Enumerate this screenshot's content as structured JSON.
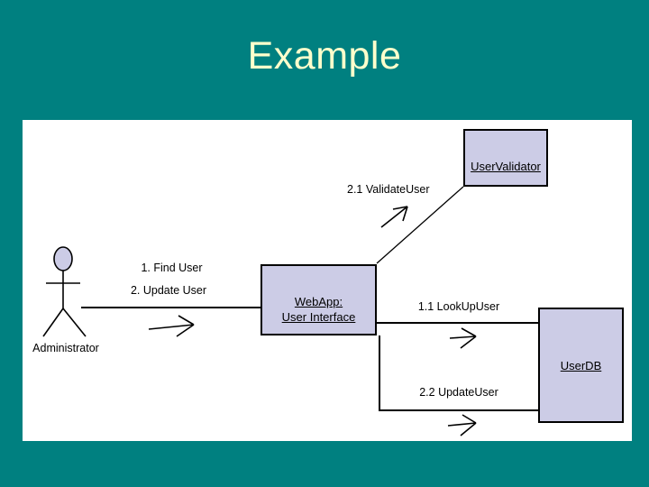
{
  "slide": {
    "title": "Example"
  },
  "colors": {
    "background": "#008080",
    "title_text": "#FFFFCC",
    "panel": "#FFFFFF",
    "box_fill": "#CCCCE6",
    "line": "#000000"
  },
  "diagram": {
    "actor": {
      "label": "Administrator"
    },
    "boxes": {
      "web_app": {
        "line1": "WebApp:",
        "line2": "User Interface"
      },
      "user_validator": {
        "label": "UserValidator"
      },
      "user_db": {
        "label": "UserDB"
      }
    },
    "messages": {
      "find_user": "1. Find User",
      "update_user": "2. Update User",
      "validate_user": "2.1 ValidateUser",
      "lookup_user": "1.1 LookUpUser",
      "update_user_db": "2.2 UpdateUser"
    }
  }
}
